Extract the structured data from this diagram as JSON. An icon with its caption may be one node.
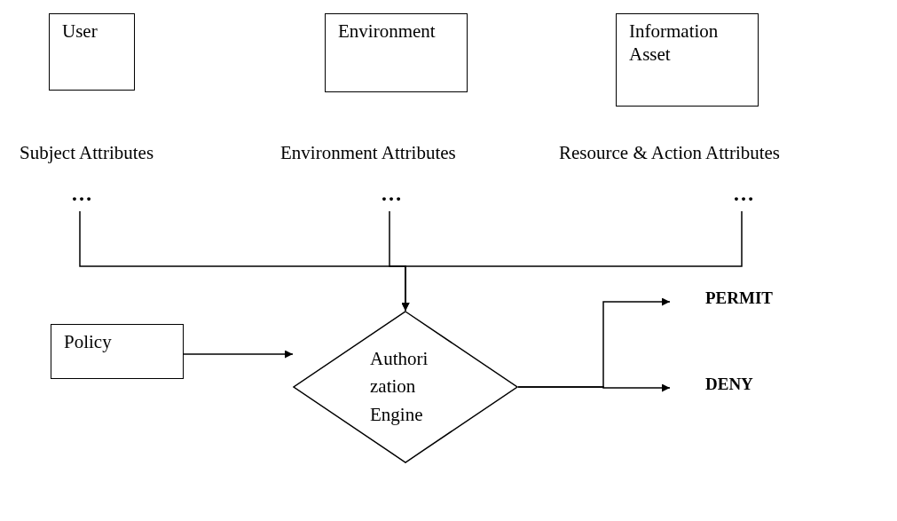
{
  "diagram": {
    "nodes": [
      {
        "text": [
          "User"
        ]
      },
      {
        "text": [
          "Environment"
        ]
      },
      {
        "text": [
          "Information Asset"
        ]
      },
      {
        "text": [
          "Subject Attributes"
        ]
      },
      {
        "text": [
          "Environment Attributes"
        ]
      },
      {
        "text": [
          "Resource & Action Attributes"
        ]
      },
      {
        "text": [
          "…"
        ]
      },
      {
        "text": [
          "…"
        ]
      },
      {
        "text": [
          "…"
        ]
      },
      {
        "text": [
          "Policy"
        ]
      },
      {
        "text": [
          "Authori zation Engine"
        ]
      },
      {
        "text": [
          "PERMIT"
        ]
      },
      {
        "text": [
          "DENY"
        ]
      }
    ],
    "edges": [
      {
        "from": 6,
        "to": 10,
        "arrow": "to"
      },
      {
        "from": 7,
        "to": 10,
        "arrow": "to"
      },
      {
        "from": 8,
        "to": 10,
        "arrow": "to"
      },
      {
        "from": 9,
        "to": 10,
        "arrow": "to"
      },
      {
        "from": 10,
        "to": 11,
        "arrow": "to"
      },
      {
        "from": 10,
        "to": 12,
        "arrow": "to"
      }
    ]
  }
}
